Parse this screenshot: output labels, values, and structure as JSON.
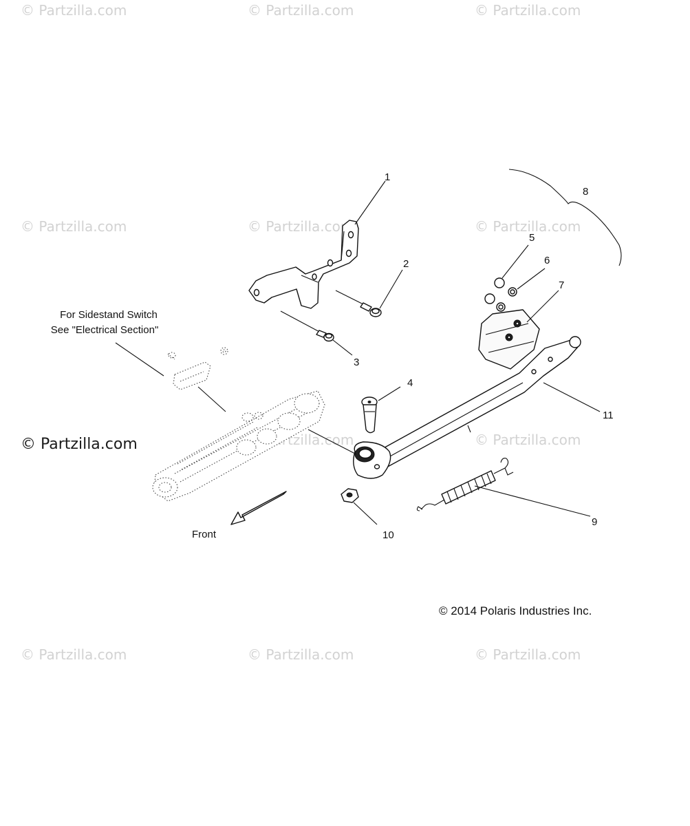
{
  "watermark": {
    "text": "© Partzilla.com",
    "emphasized_text": "© Partzilla.com"
  },
  "callouts": [
    {
      "number": "1"
    },
    {
      "number": "2"
    },
    {
      "number": "3"
    },
    {
      "number": "4"
    },
    {
      "number": "5"
    },
    {
      "number": "6"
    },
    {
      "number": "7"
    },
    {
      "number": "8"
    },
    {
      "number": "9"
    },
    {
      "number": "10"
    },
    {
      "number": "11"
    }
  ],
  "note": {
    "line1": "For Sidestand Switch",
    "line2": "See \"Electrical Section\""
  },
  "direction_label": "Front",
  "copyright": "© 2014 Polaris Industries Inc."
}
